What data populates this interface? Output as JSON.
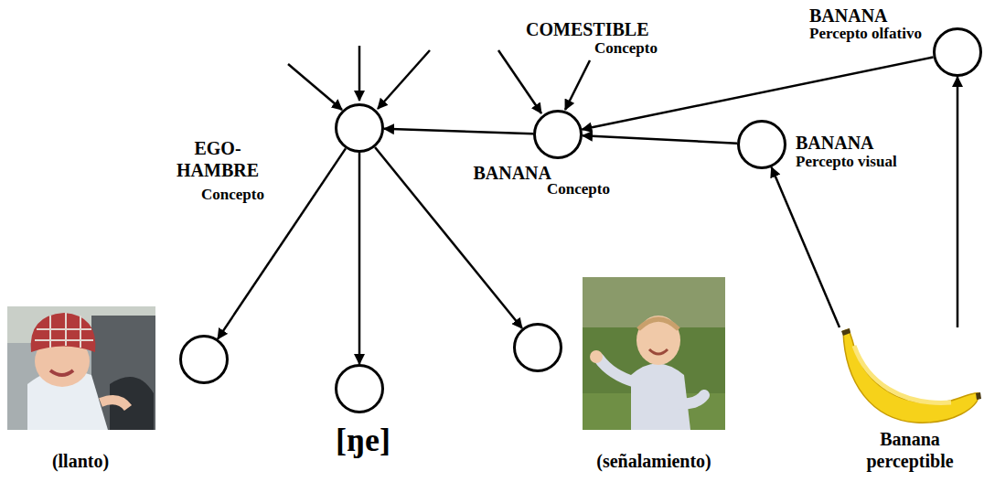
{
  "diagram": {
    "nodes": [
      {
        "text": [
          "EGO-HAMBRE",
          "Concepto"
        ]
      },
      {
        "text": [
          "BANANA",
          "Concepto"
        ]
      },
      {
        "text": [
          "BANANA",
          "Percepto visual"
        ]
      },
      {
        "text": [
          "BANANA",
          "Percepto olfativo"
        ]
      },
      {
        "text": [
          "Banana perceptible"
        ]
      },
      {
        "text": [
          "(llanto)"
        ]
      },
      {
        "text": [
          "[ŋe]"
        ]
      },
      {
        "text": [
          "(señalamiento)"
        ]
      }
    ],
    "edges": [
      {
        "from": 1,
        "to": 0,
        "arrow": "to"
      },
      {
        "from": 2,
        "to": 1,
        "arrow": "to"
      },
      {
        "from": 3,
        "to": 1,
        "arrow": "to"
      },
      {
        "from": 4,
        "to": 2,
        "arrow": "to"
      },
      {
        "from": 4,
        "to": 3,
        "arrow": "to"
      },
      {
        "from": 0,
        "to": 5,
        "arrow": "to"
      },
      {
        "from": 0,
        "to": 6,
        "arrow": "to"
      },
      {
        "from": 0,
        "to": 7,
        "arrow": "to"
      }
    ],
    "labels": [
      "COMESTIBLE",
      "Concepto"
    ]
  }
}
